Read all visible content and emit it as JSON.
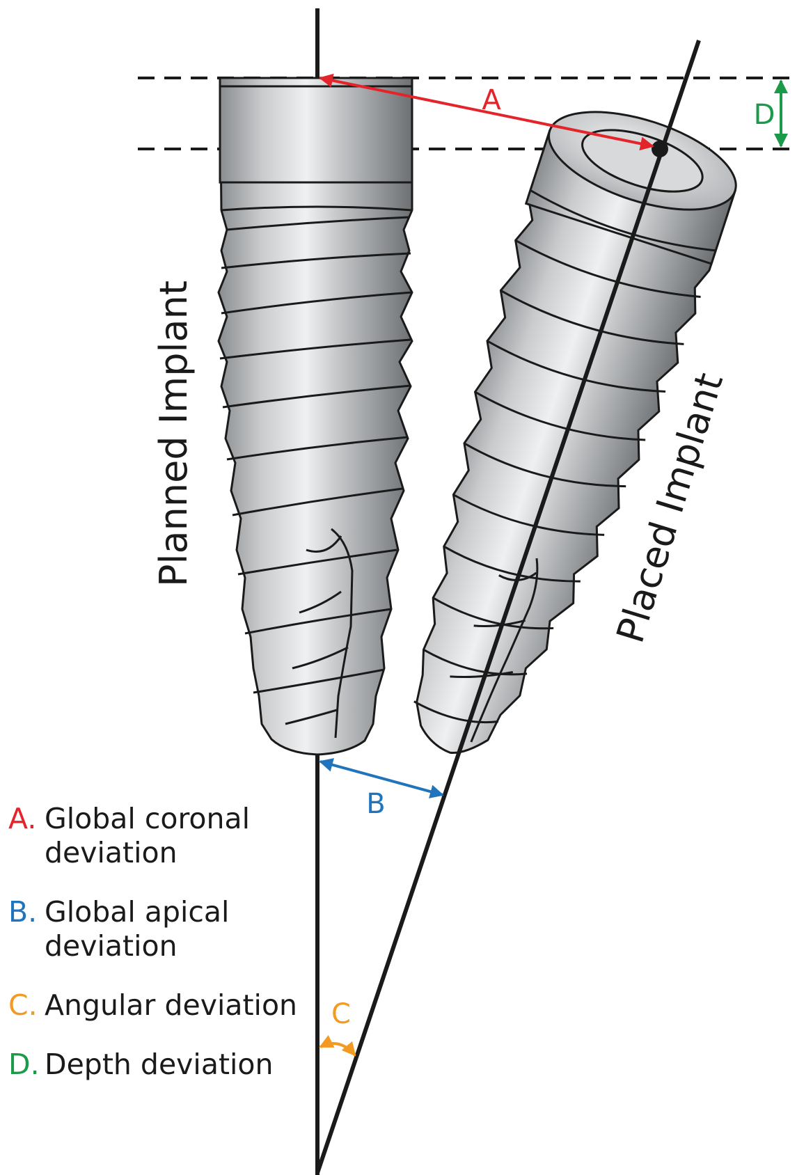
{
  "labels": {
    "planned": "Planned Implant",
    "placed": "Placed Implant",
    "a": "A",
    "b": "B",
    "c": "C",
    "d": "D"
  },
  "colors": {
    "a": "#e3252b",
    "b": "#1f74bb",
    "c": "#f39a23",
    "d": "#1c9a4a",
    "line": "#1a1a1a"
  },
  "legend": [
    {
      "letter": "A.",
      "text": "Global coronal deviation"
    },
    {
      "letter": "B.",
      "text": "Global apical deviation"
    },
    {
      "letter": "C.",
      "text": "Angular deviation"
    },
    {
      "letter": "D.",
      "text": "Depth deviation"
    }
  ]
}
